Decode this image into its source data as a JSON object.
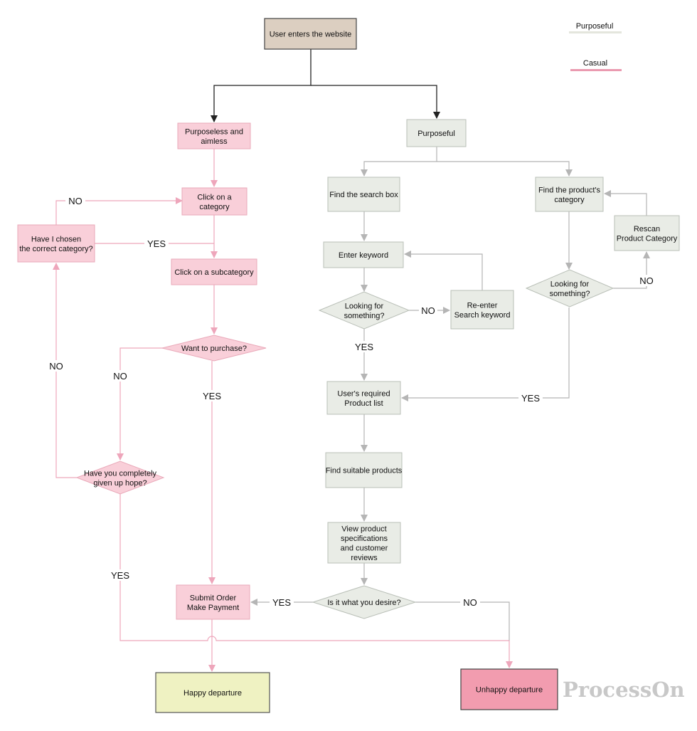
{
  "colors": {
    "start_fill": "#dccfc1",
    "pink_fill": "#f9cfd9",
    "pink_stroke": "#e9a9b9",
    "pink_line": "#eea6bb",
    "gray_fill": "#e9ece6",
    "gray_stroke": "#b9bfb7",
    "gray_line": "#b5b5b5",
    "happy_fill": "#eff2c2",
    "unhappy_fill": "#f29caf",
    "legend_purposeful": "#e4e6dd",
    "legend_casual": "#ea9ab0"
  },
  "legend": {
    "purposeful": "Purposeful",
    "casual": "Casual"
  },
  "nodes": {
    "start": [
      "User enters the website"
    ],
    "aimless": [
      "Purposeless and",
      "aimless"
    ],
    "click_category": [
      "Click on a",
      "category"
    ],
    "chosen_correct": [
      "Have I chosen",
      "the correct category?"
    ],
    "click_subcategory": [
      "Click on a subcategory"
    ],
    "want_purchase": [
      "Want to purchase?"
    ],
    "given_up": [
      "Have you completely",
      "given up hope?"
    ],
    "submit_order": [
      "Submit Order",
      "Make Payment"
    ],
    "happy": [
      "Happy departure"
    ],
    "unhappy": [
      "Unhappy departure"
    ],
    "purposeful": [
      "Purposeful"
    ],
    "find_search": [
      "Find the search box"
    ],
    "enter_keyword": [
      "Enter keyword"
    ],
    "looking1": [
      "Looking for",
      "something?"
    ],
    "reenter": [
      "Re-enter",
      "Search keyword"
    ],
    "find_category": [
      "Find the product's",
      "category"
    ],
    "rescan": [
      "Rescan",
      "Product Category"
    ],
    "looking2": [
      "Looking for",
      "something?"
    ],
    "required_list": [
      "User's required",
      "Product list"
    ],
    "find_suitable": [
      "Find suitable products"
    ],
    "view_specs": [
      "View product",
      "specifications",
      "and customer",
      "reviews"
    ],
    "is_desire": [
      "Is it what you desire?"
    ]
  },
  "edge_labels": {
    "no_chosen_to_category": "NO",
    "yes_chosen_to_sub": "YES",
    "no_giveup_to_chosen": "NO",
    "no_purchase": "NO",
    "yes_purchase": "YES",
    "yes_giveup": "YES",
    "no_looking1": "NO",
    "yes_looking1": "YES",
    "no_looking2": "NO",
    "yes_looking2": "YES",
    "yes_desire": "YES",
    "no_desire": "NO"
  },
  "watermark": "ProcessOn"
}
